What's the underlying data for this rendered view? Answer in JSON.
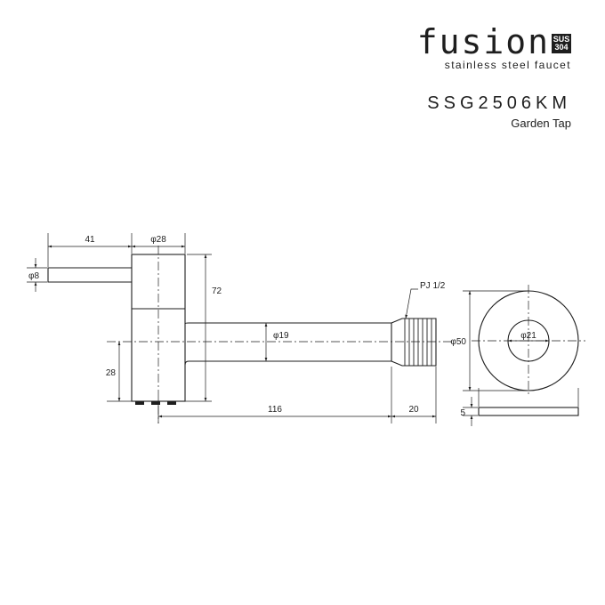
{
  "brand": {
    "name": "fusion",
    "badge_top": "SUS",
    "badge_bottom": "304",
    "tagline": "stainless steel faucet"
  },
  "model": "SSG2506KM",
  "product_name": "Garden Tap",
  "dimensions": {
    "handle_length": "41",
    "body_diameter": "φ28",
    "handle_diameter": "φ8",
    "height": "72",
    "base_height": "28",
    "spout_diameter": "φ19",
    "spout_length": "116",
    "thread_length": "20",
    "thread_spec": "PJ 1/2",
    "plate_outer_diameter": "φ50",
    "plate_inner_diameter": "φ21",
    "plate_thickness": "5"
  }
}
